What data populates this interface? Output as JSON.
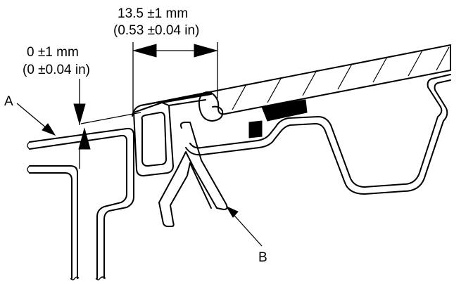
{
  "dimensions": {
    "gap_metric": "13.5 ±1 mm",
    "gap_imperial": "(0.53 ±0.04 in)",
    "flush_metric": "0 ±1 mm",
    "flush_imperial": "(0 ±0.04 in)"
  },
  "callouts": {
    "a": "A",
    "b": "B"
  },
  "colors": {
    "ink": "#000000",
    "paper": "#ffffff"
  }
}
